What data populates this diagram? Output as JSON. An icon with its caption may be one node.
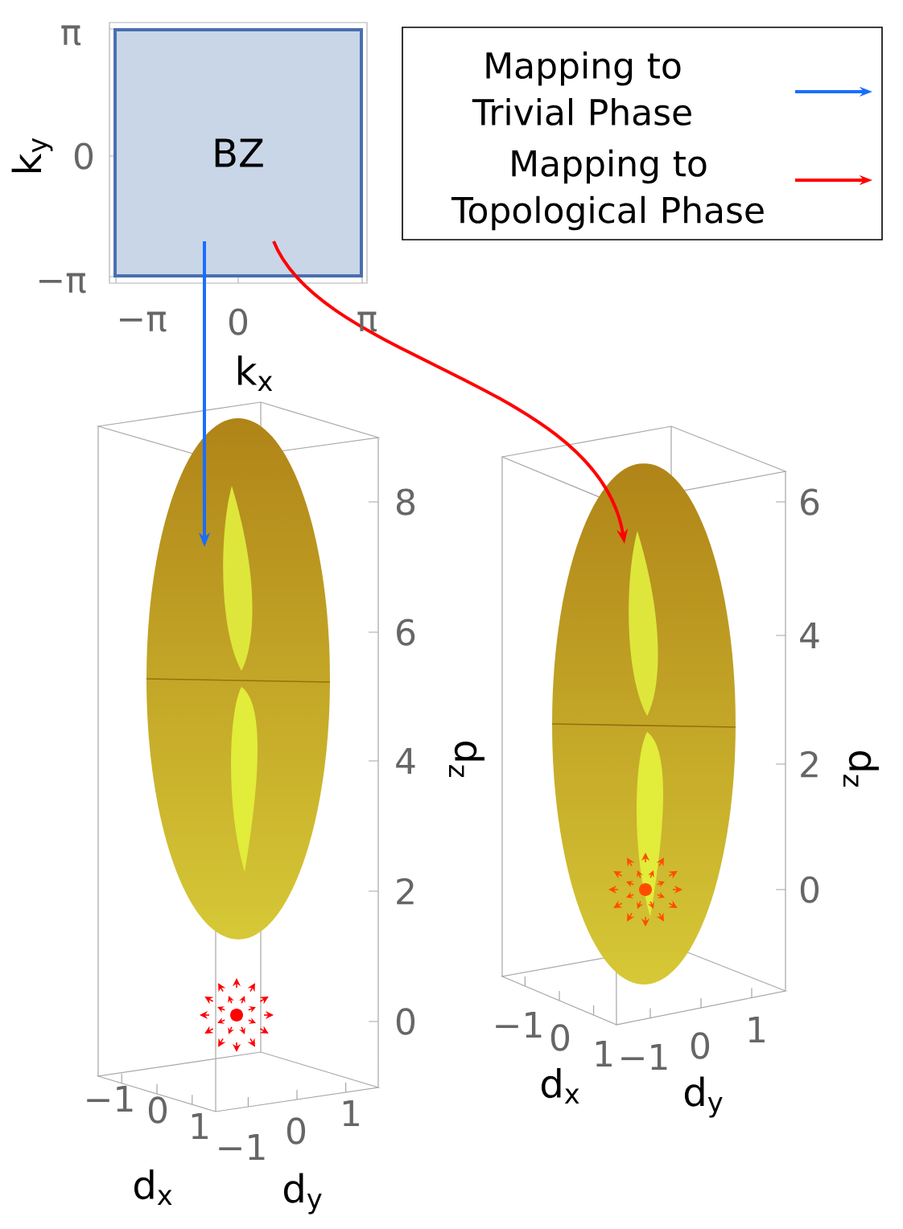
{
  "diagram": {
    "nodes": [
      {
        "text": [
          "BZ"
        ]
      },
      {
        "text": [],
        "shape": "picture"
      },
      {
        "text": [],
        "shape": "picture"
      }
    ],
    "edges": [
      {
        "from": 0,
        "to": 1,
        "arrow": "to",
        "color": "#1a6eff"
      },
      {
        "from": 0,
        "to": 2,
        "arrow": "to",
        "color": "#ff0000"
      }
    ],
    "labels": [
      "π",
      "k$_{y}$",
      "0",
      "−π",
      "−π",
      "0",
      "π",
      "k$_{x}$",
      "8",
      "6",
      "4",
      "d$_{z}$",
      "2",
      "0",
      "−1",
      "0",
      "1",
      "−1",
      "0",
      "1",
      "d$_{x}$",
      "d$_{y}$",
      "6",
      "4",
      "2",
      "d$_{z}$",
      "0",
      "−1",
      "0",
      "1",
      "−1",
      "0",
      "1",
      "d$_{x}$",
      "d$_{y}$"
    ],
    "legend": [
      {
        "text": "Mapping to Trivial Phase"
      },
      {
        "text": "Mapping to Topological Phase"
      }
    ]
  }
}
